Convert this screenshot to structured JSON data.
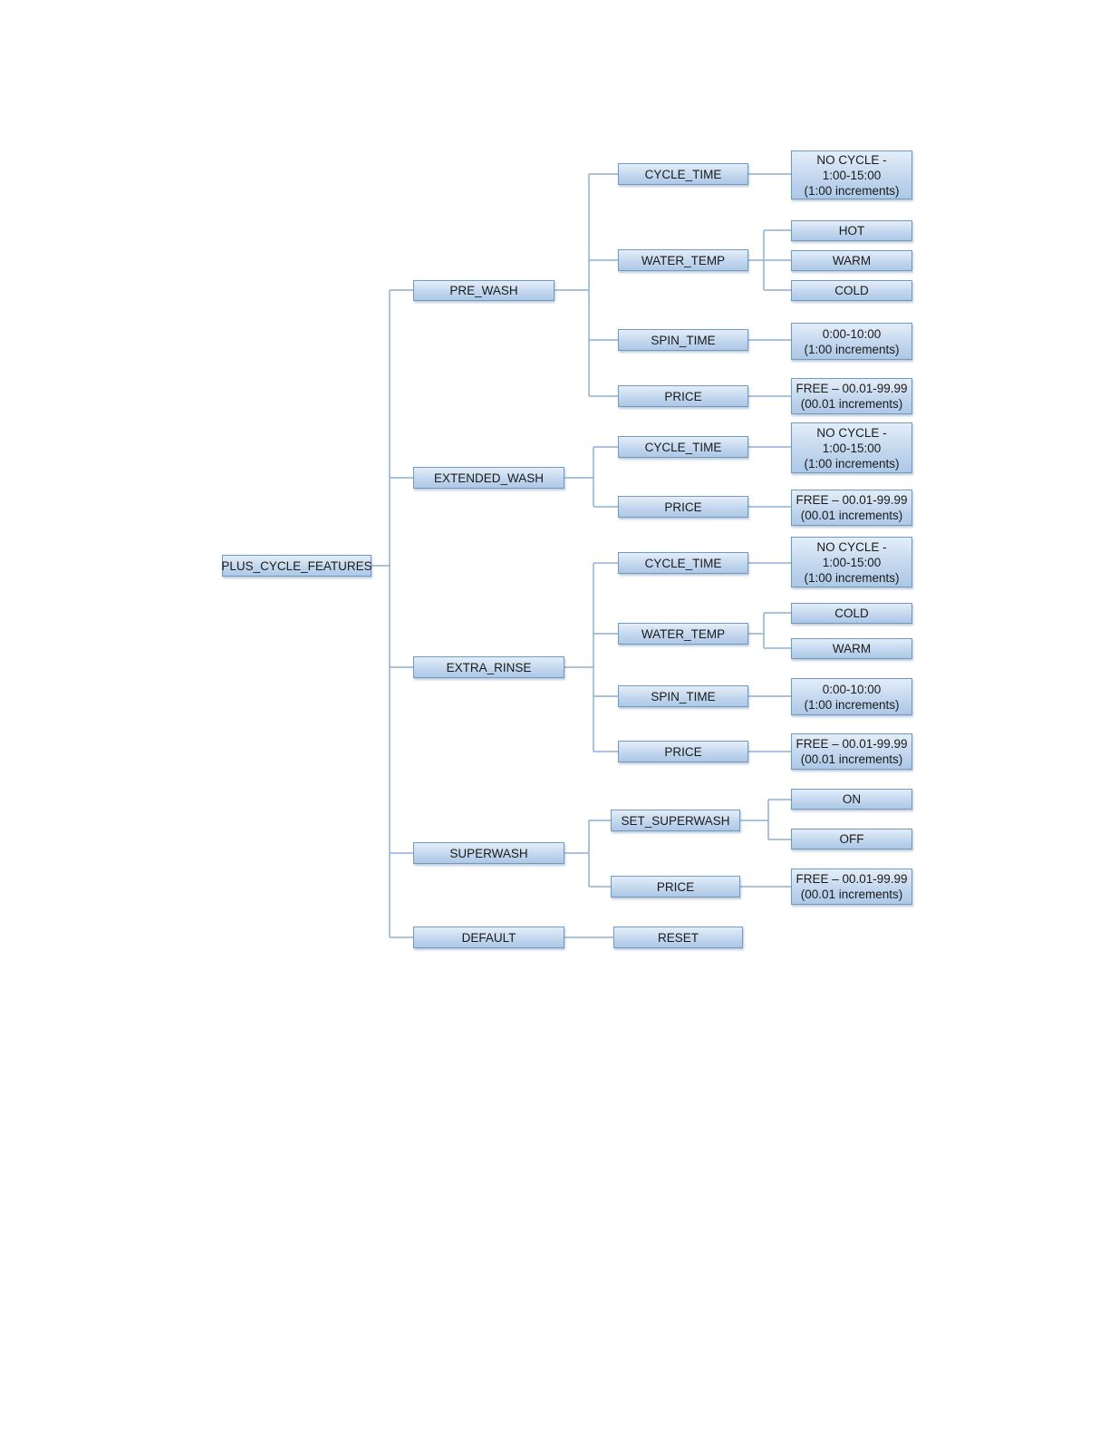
{
  "tree": {
    "root": "PLUS_CYCLE_FEATURES",
    "pre_wash": {
      "label": "PRE_WASH",
      "cycle_time": {
        "label": "CYCLE_TIME",
        "value": [
          "NO CYCLE -",
          "1:00-15:00",
          "(1:00 increments)"
        ]
      },
      "water_temp": {
        "label": "WATER_TEMP",
        "options": [
          "HOT",
          "WARM",
          "COLD"
        ]
      },
      "spin_time": {
        "label": "SPIN_TIME",
        "value": [
          "0:00-10:00",
          "(1:00 increments)"
        ]
      },
      "price": {
        "label": "PRICE",
        "value": [
          "FREE – 00.01-99.99",
          "(00.01 increments)"
        ]
      }
    },
    "extended_wash": {
      "label": "EXTENDED_WASH",
      "cycle_time": {
        "label": "CYCLE_TIME",
        "value": [
          "NO CYCLE -",
          "1:00-15:00",
          "(1:00 increments)"
        ]
      },
      "price": {
        "label": "PRICE",
        "value": [
          "FREE – 00.01-99.99",
          "(00.01 increments)"
        ]
      }
    },
    "extra_rinse": {
      "label": "EXTRA_RINSE",
      "cycle_time": {
        "label": "CYCLE_TIME",
        "value": [
          "NO CYCLE -",
          "1:00-15:00",
          "(1:00 increments)"
        ]
      },
      "water_temp": {
        "label": "WATER_TEMP",
        "options": [
          "COLD",
          "WARM"
        ]
      },
      "spin_time": {
        "label": "SPIN_TIME",
        "value": [
          "0:00-10:00",
          "(1:00 increments)"
        ]
      },
      "price": {
        "label": "PRICE",
        "value": [
          "FREE – 00.01-99.99",
          "(00.01 increments)"
        ]
      }
    },
    "superwash": {
      "label": "SUPERWASH",
      "set_superwash": {
        "label": "SET_SUPERWASH",
        "options": [
          "ON",
          "OFF"
        ]
      },
      "price": {
        "label": "PRICE",
        "value": [
          "FREE – 00.01-99.99",
          "(00.01 increments)"
        ]
      }
    },
    "default": {
      "label": "DEFAULT",
      "reset": {
        "label": "RESET"
      }
    }
  }
}
